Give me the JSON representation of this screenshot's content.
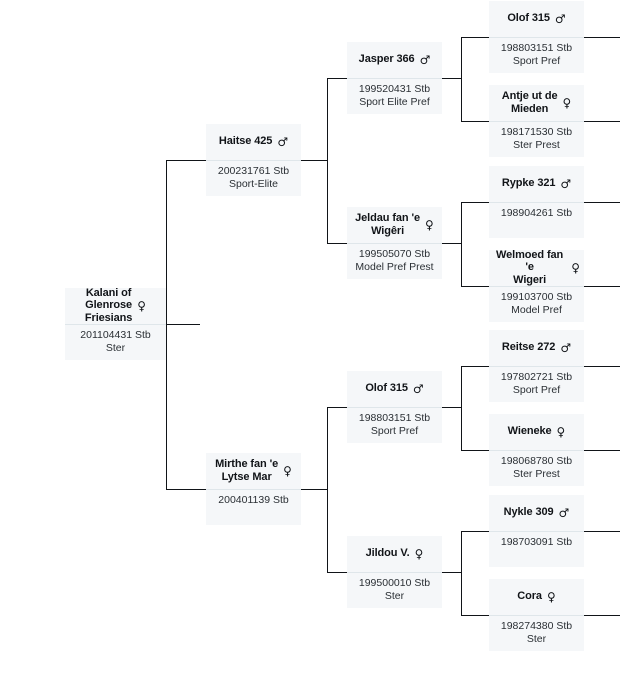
{
  "chart_type": "pedigree-tree",
  "orientation": "left-to-right",
  "generations": 4,
  "colors": {
    "node_background": "#f5f7f9",
    "divider": "#dfe6ea",
    "line": "#111418",
    "name_text": "#111418",
    "detail_text": "#2a2f34",
    "page_background": "#ffffff"
  },
  "symbols": {
    "male": "♂",
    "female": "♀"
  },
  "nodes": {
    "subject": {
      "name": "Kalani of\nGlenrose\nFriesians",
      "sex": "♀",
      "sex_name": "female",
      "details": "201104431 Stb\nSter"
    },
    "sire": {
      "name": "Haitse 425",
      "sex": "♂",
      "sex_name": "male",
      "details": "200231761 Stb\nSport-Elite"
    },
    "dam": {
      "name": "Mirthe fan 'e\nLytse Mar",
      "sex": "♀",
      "sex_name": "female",
      "details": "200401139 Stb"
    },
    "sire_sire": {
      "name": "Jasper 366",
      "sex": "♂",
      "sex_name": "male",
      "details": "199520431 Stb\nSport Elite Pref"
    },
    "sire_dam": {
      "name": "Jeldau fan 'e\nWigêri",
      "sex": "♀",
      "sex_name": "female",
      "details": "199505070 Stb\nModel Pref Prest"
    },
    "dam_sire": {
      "name": "Olof 315",
      "sex": "♂",
      "sex_name": "male",
      "details": "198803151 Stb\nSport Pref"
    },
    "dam_dam": {
      "name": "Jildou V.",
      "sex": "♀",
      "sex_name": "female",
      "details": "199500010 Stb\nSter"
    },
    "sire_sire_sire": {
      "name": "Olof 315",
      "sex": "♂",
      "sex_name": "male",
      "details": "198803151 Stb\nSport Pref"
    },
    "sire_sire_dam": {
      "name": "Antje ut de\nMieden",
      "sex": "♀",
      "sex_name": "female",
      "details": "198171530 Stb\nSter Prest"
    },
    "sire_dam_sire": {
      "name": "Rypke 321",
      "sex": "♂",
      "sex_name": "male",
      "details": "198904261 Stb"
    },
    "sire_dam_dam": {
      "name": "Welmoed fan 'e\nWigeri",
      "sex": "♀",
      "sex_name": "female",
      "details": "199103700 Stb\nModel Pref"
    },
    "dam_sire_sire": {
      "name": "Reitse 272",
      "sex": "♂",
      "sex_name": "male",
      "details": "197802721 Stb\nSport Pref"
    },
    "dam_sire_dam": {
      "name": "Wieneke",
      "sex": "♀",
      "sex_name": "female",
      "details": "198068780 Stb\nSter Prest"
    },
    "dam_dam_sire": {
      "name": "Nykle 309",
      "sex": "♂",
      "sex_name": "male",
      "details": "198703091 Stb"
    },
    "dam_dam_dam": {
      "name": "Cora",
      "sex": "♀",
      "sex_name": "female",
      "details": "198274380 Stb\nSter"
    }
  }
}
